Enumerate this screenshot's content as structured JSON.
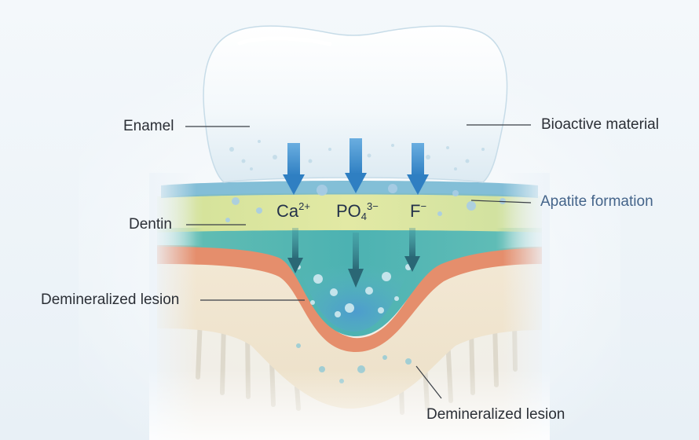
{
  "labels": {
    "enamel": "Enamel",
    "dentin": "Dentin",
    "lesion_left": "Demineralized lesion",
    "lesion_bottom": "Demineralized lesion",
    "bioactive": "Bioactive material",
    "apatite": "Apatite formation"
  },
  "ions": {
    "calcium": {
      "base": "Ca",
      "sup": "2+"
    },
    "phosphate": {
      "base": "PO",
      "sub": "4",
      "sup": "3−"
    },
    "fluoride": {
      "base": "F",
      "sup": "−"
    }
  },
  "colors": {
    "background": "#eef4f9",
    "arrow_blue": "#3a87c8",
    "arrow_dark": "#2e6b7a",
    "apatite_text": "#44648a",
    "orange_layer": "#e5906d",
    "dentin_yellow": "#d7e39a",
    "dentin_teal": "#5fbcb6",
    "lesion_blue": "#5aa9d8",
    "cream_layer": "#efe3cc"
  }
}
